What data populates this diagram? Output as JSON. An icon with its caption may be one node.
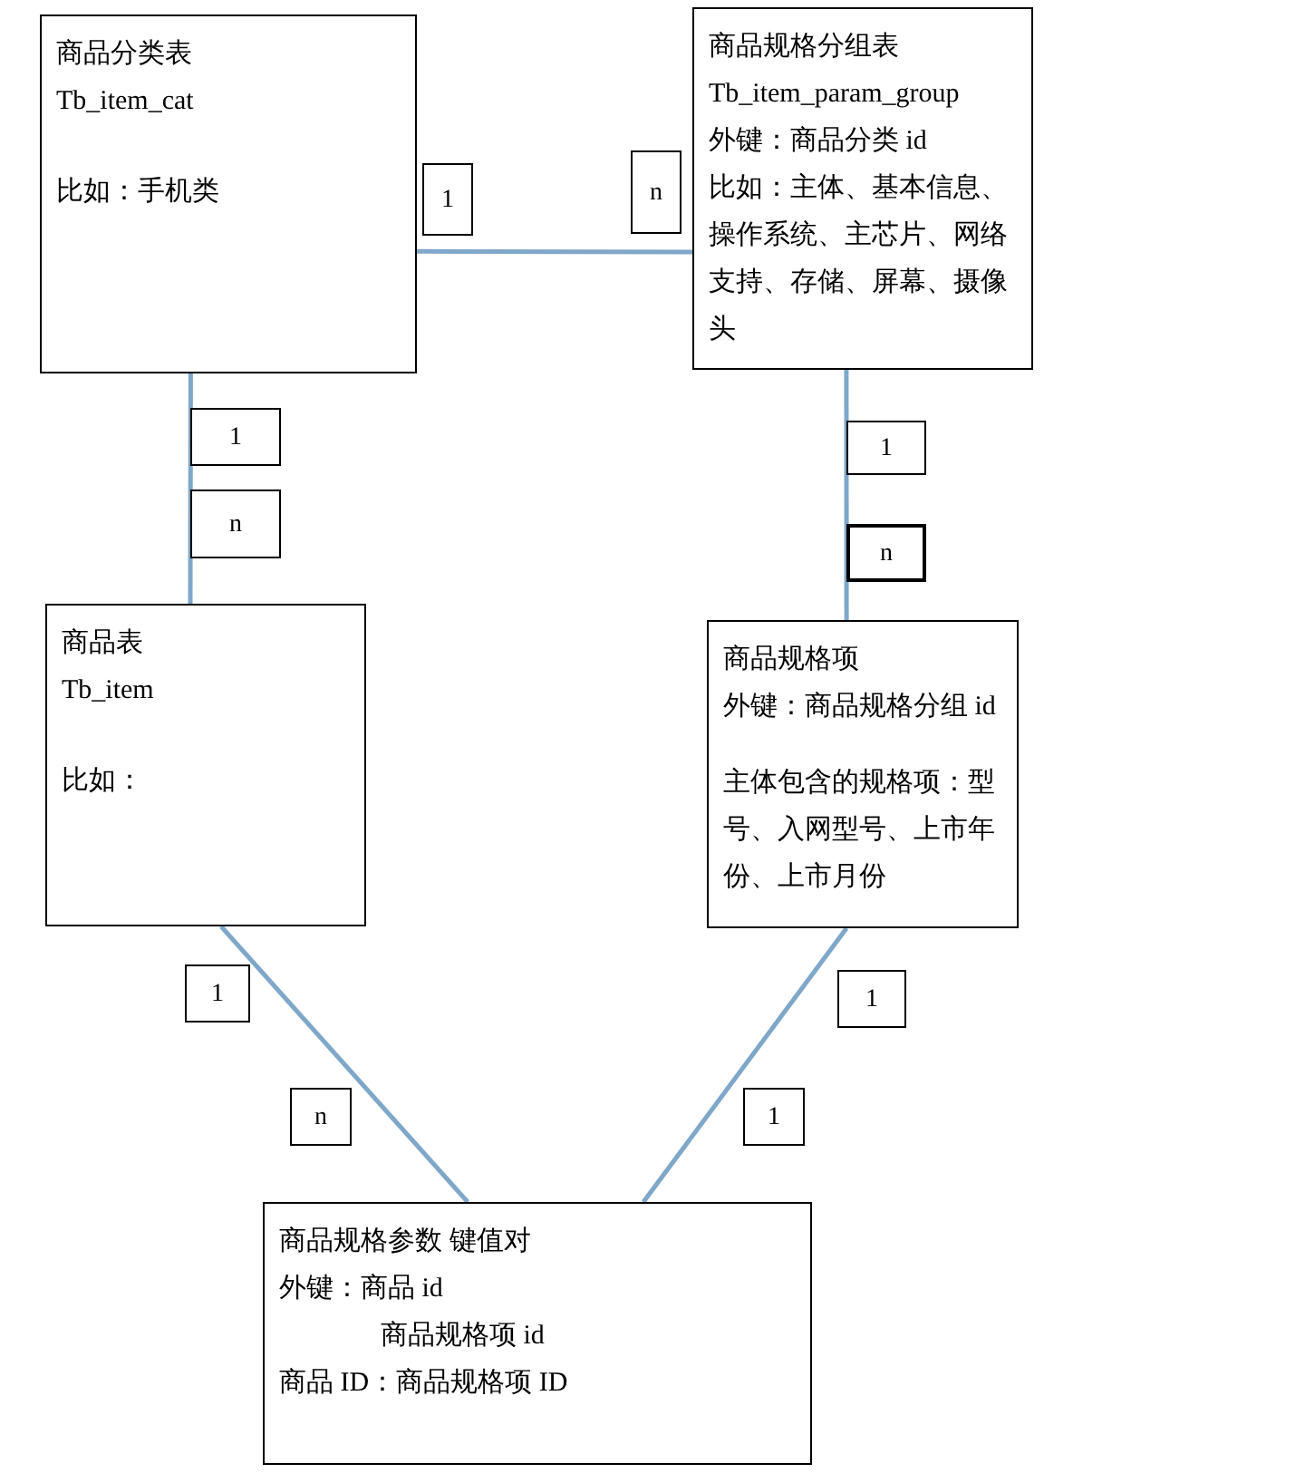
{
  "diagram": {
    "nodes": [
      {
        "text": [
          "商品分类表",
          "Tb_item_cat",
          "比如：手机类"
        ]
      },
      {
        "text": [
          "商品规格分组表",
          "Tb_item_param_group",
          "外键：商品分类 id",
          "比如：主体、基本信息、操作系统、主芯片、网络支持、存储、屏幕、摄像头"
        ]
      },
      {
        "text": [
          "商品表",
          "Tb_item",
          "比如："
        ]
      },
      {
        "text": [
          "商品规格项",
          "外键：商品规格分组 id",
          "主体包含的规格项：型号、入网型号、上市年份、上市月份"
        ]
      },
      {
        "text": [
          "商品规格参数 键值对",
          "外键：商品 id",
          "商品规格项 id",
          "商品 ID：商品规格项 ID"
        ]
      },
      {
        "text": [
          "1"
        ]
      },
      {
        "text": [
          "n"
        ]
      },
      {
        "text": [
          "1"
        ]
      },
      {
        "text": [
          "n"
        ]
      },
      {
        "text": [
          "1"
        ]
      },
      {
        "text": [
          "n"
        ]
      },
      {
        "text": [
          "1"
        ]
      },
      {
        "text": [
          "n"
        ]
      },
      {
        "text": [
          "1"
        ]
      },
      {
        "text": [
          "1"
        ]
      }
    ],
    "edges": [
      {
        "from": 0,
        "to": 1,
        "arrow": "none"
      },
      {
        "from": 0,
        "to": 2,
        "arrow": "none"
      },
      {
        "from": 1,
        "to": 3,
        "arrow": "none"
      },
      {
        "from": 2,
        "to": 4,
        "arrow": "none"
      },
      {
        "from": 3,
        "to": 4,
        "arrow": "none"
      }
    ]
  }
}
